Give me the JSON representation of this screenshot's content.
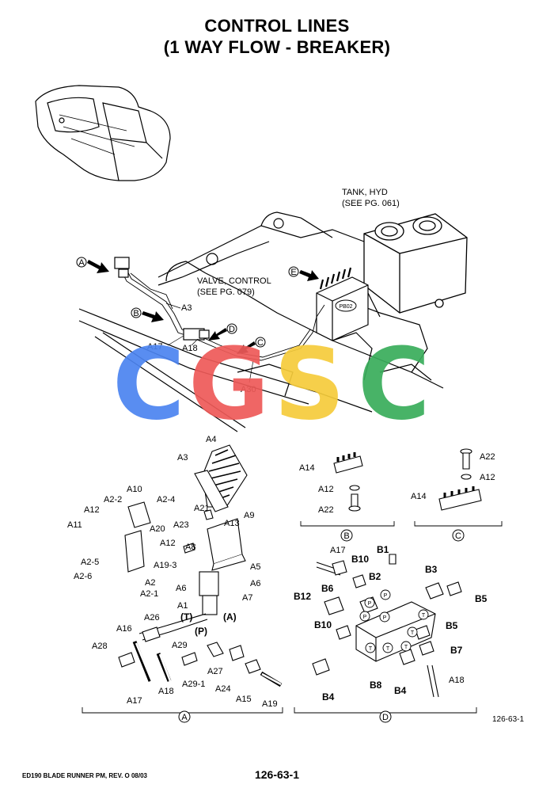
{
  "title": {
    "line1": "CONTROL LINES",
    "line2": "(1 WAY FLOW - BREAKER)"
  },
  "overview": {
    "tank_label_1": "TANK, HYD",
    "tank_label_2": "(SEE PG. 061)",
    "valve_label_1": "VALVE, CONTROL",
    "valve_label_2": "(SEE PG. 079)",
    "pb02": "PB02",
    "callouts": {
      "a": "A",
      "b": "B",
      "c": "C",
      "d": "D",
      "e": "E"
    },
    "parts": {
      "a3": "A3",
      "a17": "A17",
      "a18": "A18",
      "a30": "A30"
    }
  },
  "watermark": {
    "c1": "C",
    "g": "G",
    "s": "S",
    "c2": "C",
    "colors": {
      "blue": "#4c84f0",
      "red": "#ee5a58",
      "yellow": "#f6cc3b",
      "green": "#39ad5b"
    }
  },
  "detail_a": {
    "parts": [
      "A4",
      "A3",
      "A10",
      "A2-2",
      "A2-4",
      "A12",
      "A11",
      "A21",
      "A9",
      "A23",
      "A13",
      "A20",
      "A12",
      "A8",
      "A19-3",
      "A5",
      "A2-5",
      "A2",
      "A2-6",
      "A2-1",
      "A6",
      "A6",
      "A7",
      "A1",
      "(T)",
      "(A)",
      "A26",
      "(P)",
      "A16",
      "A29",
      "A28",
      "A27",
      "A29-1",
      "A24",
      "A15",
      "A19",
      "A17",
      "A18"
    ],
    "marker": "A"
  },
  "detail_b": {
    "parts": [
      "A14",
      "A12",
      "A22"
    ],
    "marker": "B"
  },
  "detail_c": {
    "parts": [
      "A22",
      "A12",
      "A14"
    ],
    "marker": "C"
  },
  "detail_d": {
    "parts": [
      "A17",
      "B1",
      "B10",
      "B2",
      "B3",
      "B6",
      "B12",
      "B5",
      "B5",
      "B10",
      "B7",
      "B8",
      "B4",
      "B4",
      "A18"
    ],
    "ports": [
      "P",
      "P",
      "P",
      "P",
      "T",
      "T",
      "T",
      "T",
      "T"
    ],
    "marker": "D"
  },
  "footer": {
    "left": "ED190 BLADE RUNNER PM, REV. O 08/03",
    "center": "126-63-1",
    "fig_id": "126-63-1"
  }
}
